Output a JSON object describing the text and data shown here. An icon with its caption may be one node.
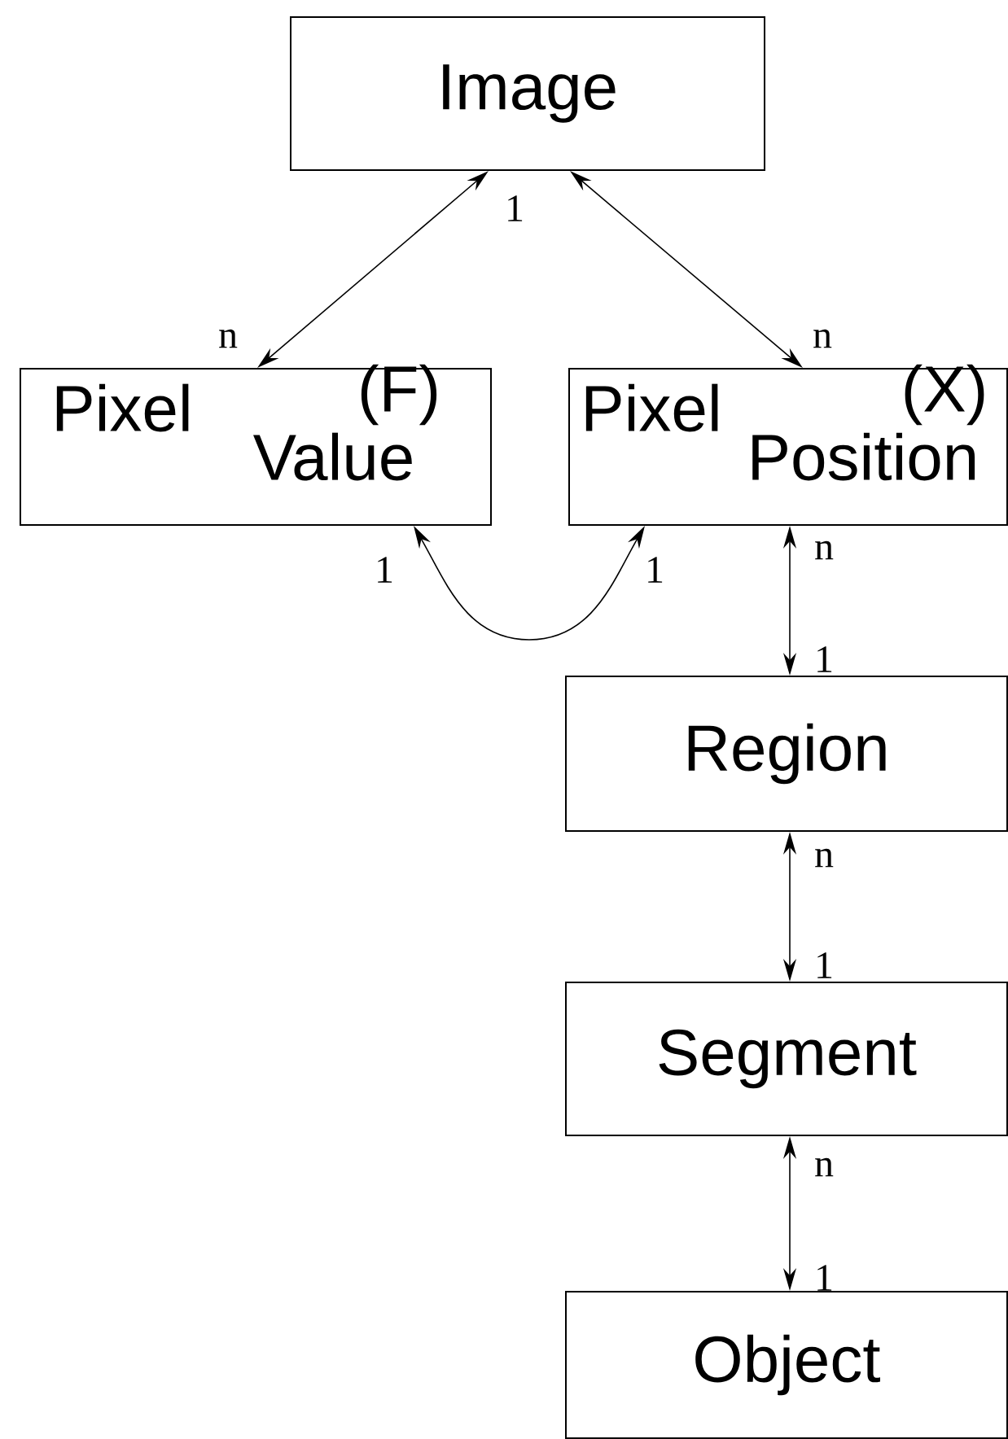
{
  "diagram": {
    "nodes": [
      {
        "text": [
          "Image"
        ]
      },
      {
        "text": [
          "Pixel",
          "(F)",
          "Value"
        ]
      },
      {
        "text": [
          "Pixel",
          "(X)",
          "Position"
        ]
      },
      {
        "text": [
          "Region"
        ]
      },
      {
        "text": [
          "Segment"
        ]
      },
      {
        "text": [
          "Object"
        ]
      }
    ],
    "edges": [
      {
        "from": 0,
        "to": 1,
        "arrow": "both"
      },
      {
        "from": 0,
        "to": 2,
        "arrow": "both"
      },
      {
        "from": 1,
        "to": 2,
        "arrow": "both"
      },
      {
        "from": 2,
        "to": 3,
        "arrow": "both"
      },
      {
        "from": 3,
        "to": 4,
        "arrow": "both"
      },
      {
        "from": 4,
        "to": 5,
        "arrow": "both"
      }
    ],
    "labels": [
      "1",
      "n",
      "n",
      "1",
      "1",
      "n",
      "1",
      "n",
      "1",
      "n",
      "1"
    ]
  }
}
